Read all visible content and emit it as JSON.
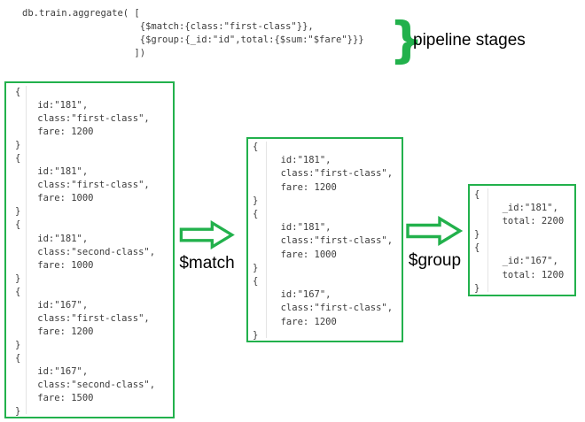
{
  "header": {
    "code_lines": [
      "db.train.aggregate( [",
      "                     {$match:{class:\"first-class\"}},",
      "                     {$group:{_id:\"id\",total:{$sum:\"$fare\"}}}",
      "                    ])"
    ],
    "brace_glyph": "}",
    "annotation": "pipeline stages"
  },
  "pipeline": {
    "input_box": {
      "lines": [
        "{",
        "    id:\"181\",",
        "    class:\"first-class\",",
        "    fare: 1200",
        "}",
        "{",
        "    id:\"181\",",
        "    class:\"first-class\",",
        "    fare: 1000",
        "}",
        "{",
        "    id:\"181\",",
        "    class:\"second-class\",",
        "    fare: 1000",
        "}",
        "{",
        "    id:\"167\",",
        "    class:\"first-class\",",
        "    fare: 1200",
        "}",
        "{",
        "    id:\"167\",",
        "    class:\"second-class\",",
        "    fare: 1500",
        "}"
      ]
    },
    "match_stage": {
      "label": "$match"
    },
    "after_match_box": {
      "lines": [
        "{",
        "     id:\"181\",",
        "     class:\"first-class\",",
        "     fare: 1200",
        "}",
        "{",
        "     id:\"181\",",
        "     class:\"first-class\",",
        "     fare: 1000",
        "}",
        "{",
        "     id:\"167\",",
        "     class:\"first-class\",",
        "     fare: 1200",
        "}"
      ]
    },
    "group_stage": {
      "label": "$group"
    },
    "output_box": {
      "lines": [
        "{",
        "     _id:\"181\",",
        "     total: 2200",
        "}",
        "{",
        "     _id:\"167\",",
        "     total: 1200",
        "}"
      ]
    }
  },
  "colors": {
    "accent_green": "#22b14c",
    "code_text": "#3c3c3c",
    "label_text": "#000000",
    "background": "#ffffff"
  }
}
